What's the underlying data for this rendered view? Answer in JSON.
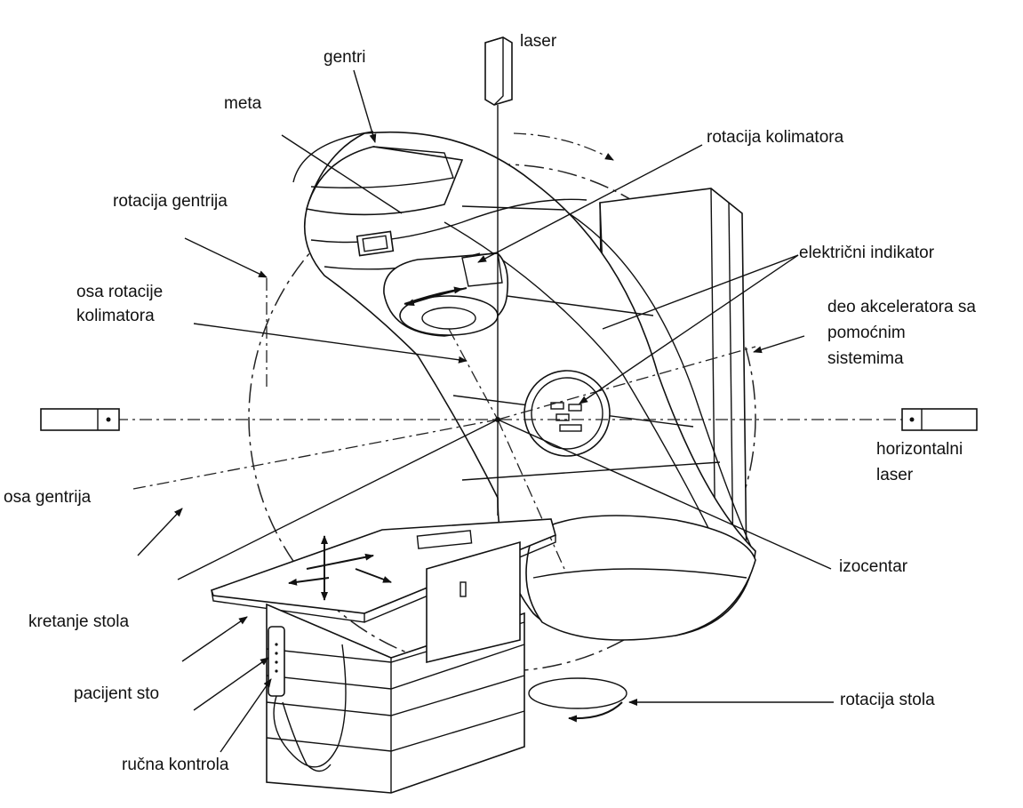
{
  "labels": {
    "laser": "laser",
    "gentri": "gentri",
    "meta": "meta",
    "rotacija_kolimatora": "rotacija kolimatora",
    "rotacija_gentrija": "rotacija gentrija",
    "elektricni_indikator": "električni indikator",
    "osa_rotacije_1": "osa rotacije",
    "osa_rotacije_2": "kolimatora",
    "deo_1": "deo akceleratora sa",
    "deo_2": "pomoćnim",
    "deo_3": "sistemima",
    "horizontalni_1": "horizontalni",
    "horizontalni_2": "laser",
    "osa_gentrija": "osa gentrija",
    "izocentar": "izocentar",
    "kretanje_stola": "kretanje stola",
    "pacijent_sto": "pacijent sto",
    "rotacija_stola": "rotacija stola",
    "rucna_kontrola": "ručna kontrola"
  }
}
